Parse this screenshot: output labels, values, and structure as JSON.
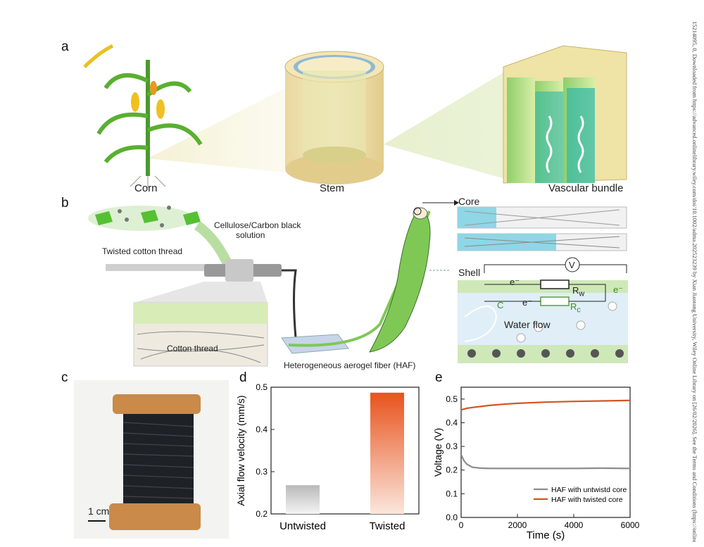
{
  "sidebar_text": "15214095, 0, Downloaded from https://advanced.onlinelibrary.wiley.com/doi/10.1002/adma.202523239 by Xian Jiaotong University, Wiley Online Library on [26/02/2026]. See the Terms and Conditions (https://onlinelib",
  "panels": {
    "a": {
      "letter": "a",
      "corn": "Corn",
      "stem": "Stem",
      "vascular": "Vascular bundle"
    },
    "b": {
      "letter": "b",
      "solution_line1": "Cellulose/Carbon black",
      "solution_line2": "solution",
      "thread": "Twisted cotton thread",
      "cotton": "Cotton thread",
      "haf": "Heterogeneous aerogel fiber (HAF)",
      "core": "Core",
      "shell": "Shell",
      "water_flow": "Water flow",
      "circuit": {
        "v": "V",
        "e1": "e⁻",
        "e2": "e⁻",
        "e3": "e⁻",
        "rw": "R",
        "rw_sub": "w",
        "rc": "R",
        "rc_sub": "c",
        "c": "C"
      }
    },
    "c": {
      "letter": "c",
      "scale": "1 cm"
    },
    "d": {
      "letter": "d"
    },
    "e": {
      "letter": "e"
    }
  },
  "chart_data": [
    {
      "panel": "d",
      "type": "bar",
      "categories": [
        "Untwisted",
        "Twisted"
      ],
      "values": [
        0.268,
        0.487
      ],
      "ylabel": "Axial flow velocity (mm/s)",
      "xlabel": "",
      "ylim": [
        0.2,
        0.5
      ],
      "yticks": [
        "0.2",
        "0.3",
        "0.4",
        "0.5"
      ],
      "colors": {
        "untwisted": "#b9b9b9",
        "twisted": "#e8531d"
      }
    },
    {
      "panel": "e",
      "type": "line",
      "xlabel": "Time (s)",
      "ylabel": "Voltage (V)",
      "xlim": [
        0,
        6000
      ],
      "ylim": [
        0,
        0.55
      ],
      "xticks": [
        "0",
        "2000",
        "4000",
        "6000"
      ],
      "yticks": [
        "0.0",
        "0.1",
        "0.2",
        "0.3",
        "0.4",
        "0.5"
      ],
      "legend_position": "bottom-right",
      "series": [
        {
          "name": "HAF with untwistd core",
          "color": "#8c8c8c",
          "x": [
            0,
            20,
            100,
            200,
            400,
            700,
            1000,
            2000,
            3000,
            4000,
            5000,
            6000
          ],
          "y": [
            0.26,
            0.26,
            0.24,
            0.225,
            0.212,
            0.208,
            0.207,
            0.207,
            0.207,
            0.207,
            0.208,
            0.207
          ]
        },
        {
          "name": "HAF with twisted core",
          "color": "#d4541f",
          "x": [
            0,
            20,
            200,
            500,
            1000,
            1500,
            2000,
            3000,
            4000,
            5000,
            6000
          ],
          "y": [
            0.455,
            0.455,
            0.461,
            0.466,
            0.473,
            0.478,
            0.482,
            0.487,
            0.49,
            0.492,
            0.494
          ]
        }
      ]
    }
  ]
}
